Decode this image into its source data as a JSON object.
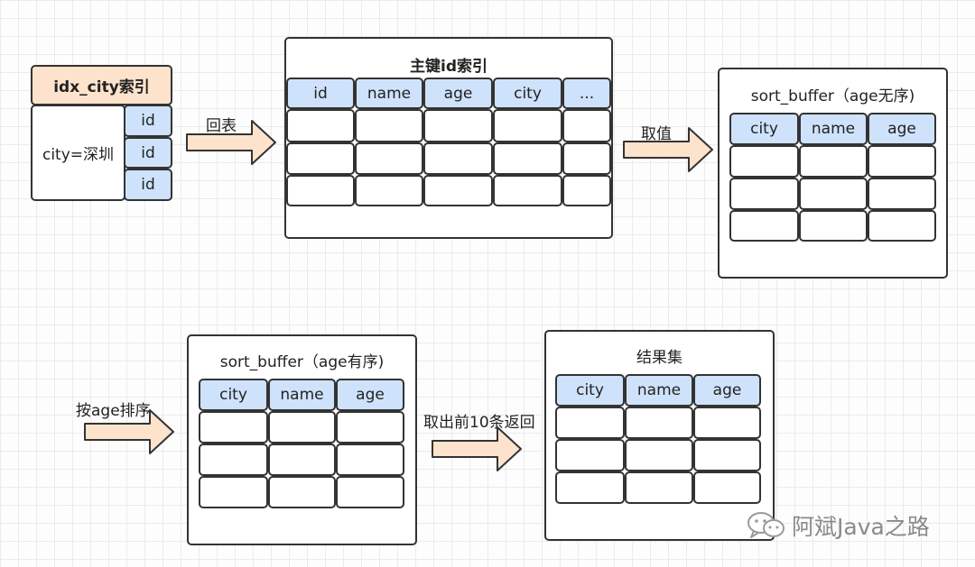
{
  "idx_box": {
    "title": "idx_city索引",
    "city_label": "city=深圳",
    "ids": [
      "id",
      "id",
      "id"
    ]
  },
  "arrows": {
    "huibiao": "回表",
    "quzhi": "取值",
    "sort_by_age": "按age排序",
    "take_top": "取出前10条返回"
  },
  "primary_table": {
    "title": "主键id索引",
    "headers": [
      "id",
      "name",
      "age",
      "city",
      "..."
    ]
  },
  "sort_buffer_unsorted": {
    "title": "sort_buffer（age无序)",
    "headers": [
      "city",
      "name",
      "age"
    ]
  },
  "sort_buffer_sorted": {
    "title": "sort_buffer（age有序)",
    "headers": [
      "city",
      "name",
      "age"
    ]
  },
  "result_set": {
    "title": "结果集",
    "headers": [
      "city",
      "name",
      "age"
    ]
  },
  "watermark": {
    "text": "阿斌Java之路"
  },
  "colors": {
    "header_fill": "#cfe2fb",
    "index_title_fill": "#fde3cc",
    "arrow_fill": "#fde3cc",
    "stroke": "#333333"
  }
}
